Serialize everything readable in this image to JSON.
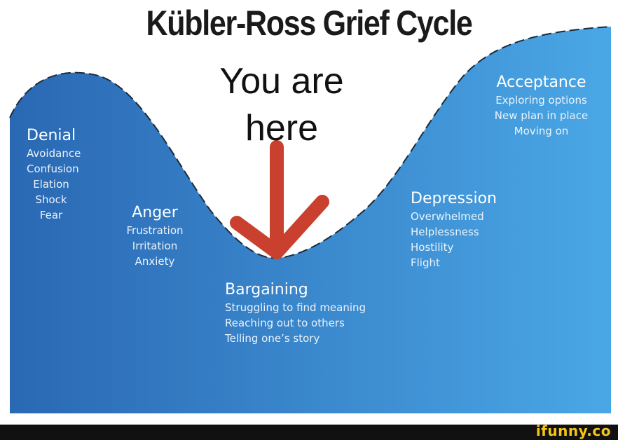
{
  "title": "Kübler-Ross Grief Cycle",
  "annotation": {
    "line1": "You are",
    "line2": "here"
  },
  "stages": {
    "denial": {
      "name": "Denial",
      "items": [
        "Avoidance",
        "Confusion",
        "Elation",
        "Shock",
        "Fear"
      ]
    },
    "anger": {
      "name": "Anger",
      "items": [
        "Frustration",
        "Irritation",
        "Anxiety"
      ]
    },
    "bargaining": {
      "name": "Bargaining",
      "items": [
        "Struggling to find meaning",
        "Reaching out to others",
        "Telling one’s story"
      ]
    },
    "depression": {
      "name": "Depression",
      "items": [
        "Overwhelmed",
        "Helplessness",
        "Hostility",
        "Flight"
      ]
    },
    "acceptance": {
      "name": "Acceptance",
      "items": [
        "Exploring options",
        "New plan in place",
        "Moving on"
      ]
    }
  },
  "watermark": "ifunny.co",
  "colors": {
    "fill_dark": "#2c6fb8",
    "fill_light": "#4aa3e4",
    "arrow": "#c9402e",
    "watermark": "#f5c518",
    "footer": "#111111"
  }
}
